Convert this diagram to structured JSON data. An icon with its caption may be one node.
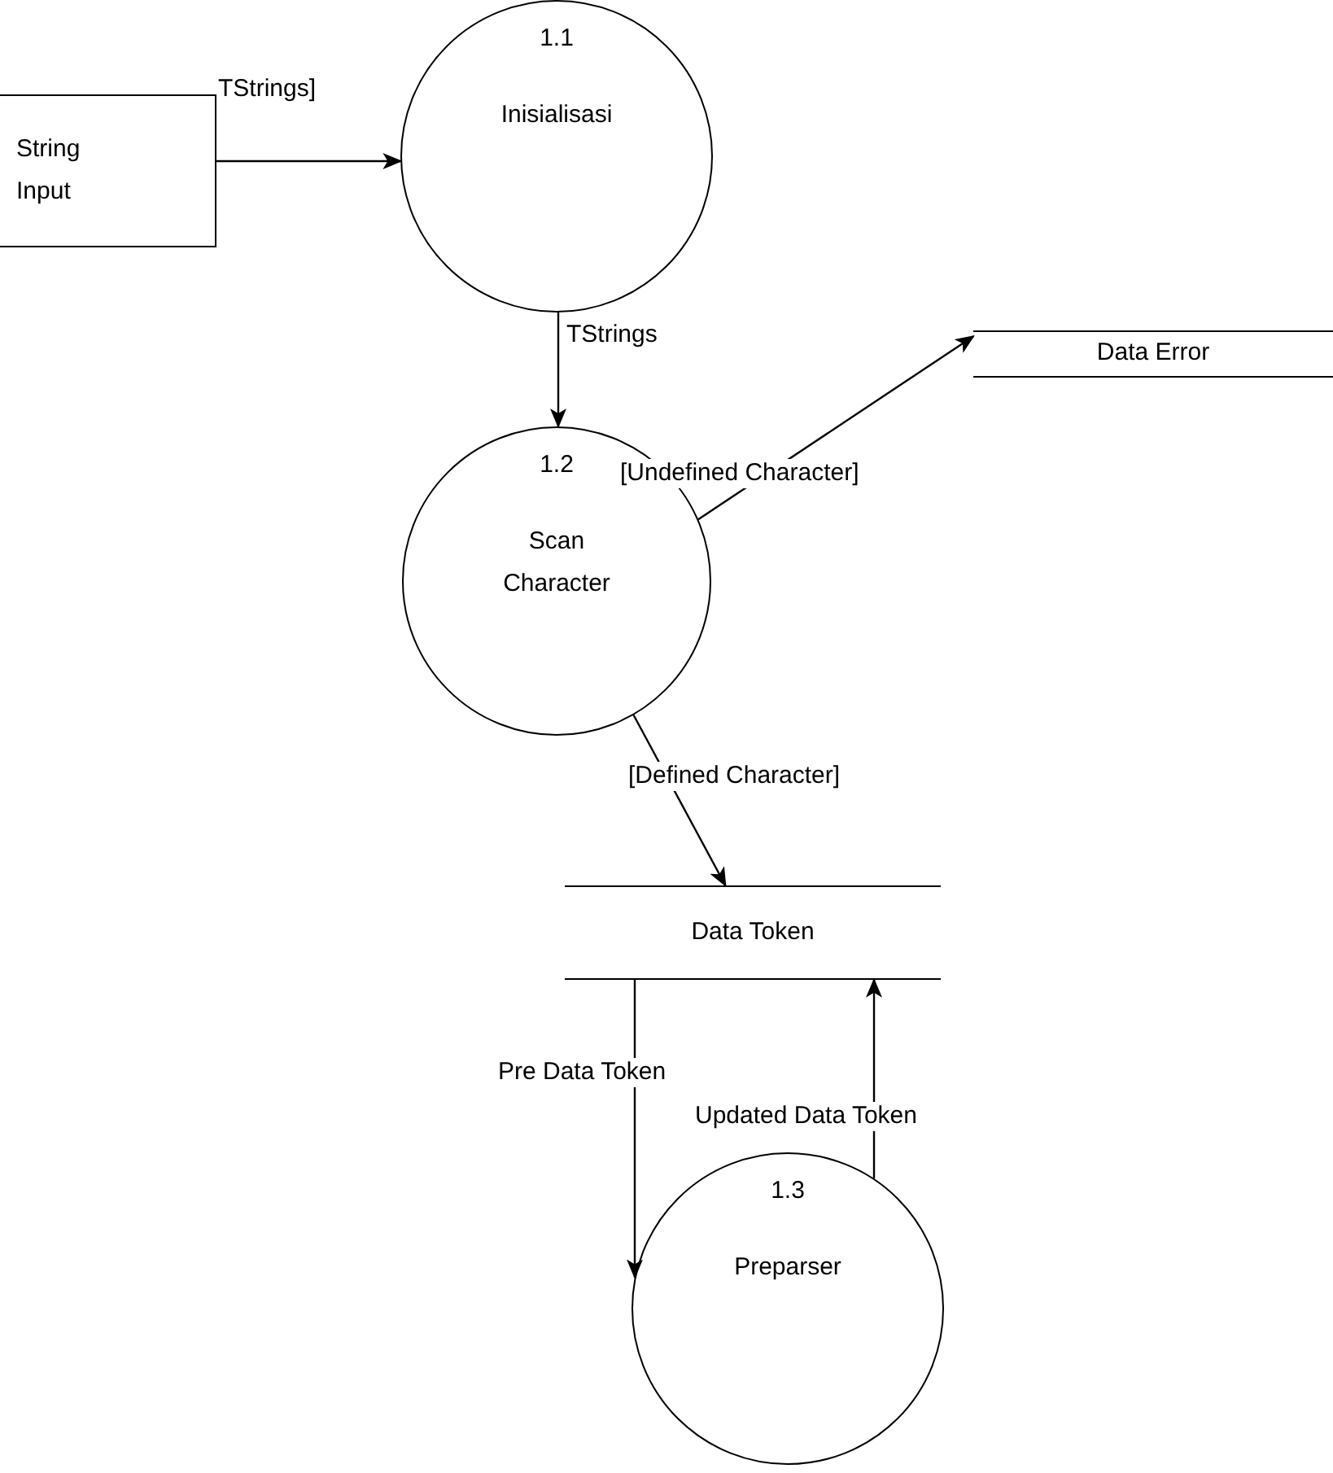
{
  "diagram": {
    "nodes": [
      {
        "text": [
          "String Input"
        ]
      },
      {
        "text": [
          "1.1",
          "Inisialisasi"
        ]
      },
      {
        "text": [
          "Data Error"
        ]
      },
      {
        "text": [
          "1.2",
          "Scan Character"
        ]
      },
      {
        "text": [
          "Data Token"
        ]
      },
      {
        "text": [
          "1.3",
          "Preparser"
        ]
      }
    ],
    "edges": [
      {
        "from": 0,
        "to": 1,
        "arrow": "to",
        "label": "TStrings]"
      },
      {
        "from": 1,
        "to": 3,
        "arrow": "to",
        "label": "TStrings"
      },
      {
        "from": 3,
        "to": 2,
        "arrow": "to",
        "label": "[Undefined Character]"
      },
      {
        "from": 3,
        "to": 4,
        "arrow": "to",
        "label": "[Defined Character]"
      },
      {
        "from": 4,
        "to": 5,
        "arrow": "to",
        "label": "Pre Data Token"
      },
      {
        "from": 5,
        "to": 4,
        "arrow": "to",
        "label": "Updated Data Token"
      }
    ]
  }
}
